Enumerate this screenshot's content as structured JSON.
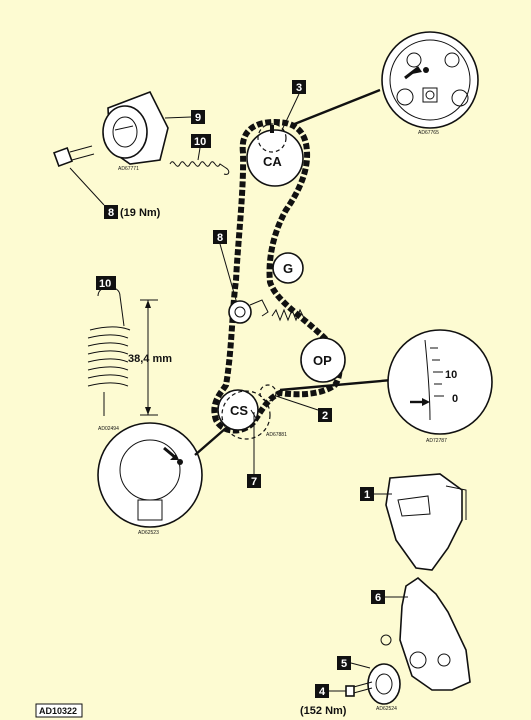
{
  "figure_id": "AD10322",
  "callouts": {
    "c1": "1",
    "c2": "2",
    "c3": "3",
    "c4": "4",
    "c5": "5",
    "c6": "6",
    "c7": "7",
    "c8a": "8",
    "c8b": "8",
    "c9": "9",
    "c10a": "10",
    "c10b": "10"
  },
  "pulleys": {
    "cam": "CA",
    "idler": "G",
    "oil_pump": "OP",
    "crank": "CS"
  },
  "torques": {
    "tensioner_bolt": "(19 Nm)",
    "crank_bolt": "(152 Nm)"
  },
  "spring_length": "38,4 mm",
  "scale_marks": {
    "ten": "10",
    "zero": "0"
  },
  "small_refs": {
    "cam_detail": "AD67765",
    "tensioner": "AD67771",
    "spring": "AD02494",
    "crank_detail_top": "AD67881",
    "crank_detail": "AD62523",
    "scale_detail": "AD72787",
    "crank_pulley": "AD62524"
  },
  "colors": {
    "background": "#fdfbd2",
    "ink": "#111111",
    "callout_fill": "#111111",
    "callout_text": "#ffffff"
  }
}
